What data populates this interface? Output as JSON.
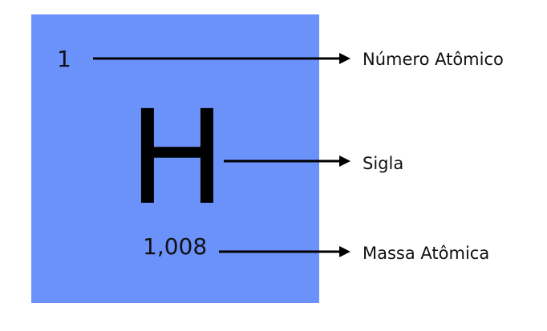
{
  "element": {
    "atomic_number": "1",
    "symbol": "H",
    "atomic_mass": "1,008"
  },
  "labels": {
    "atomic_number": "Número Atômico",
    "symbol": "Sigla",
    "atomic_mass": "Massa Atômica"
  },
  "colors": {
    "tile": "#6b91fa",
    "text": "#000000",
    "arrow": "#000000"
  }
}
